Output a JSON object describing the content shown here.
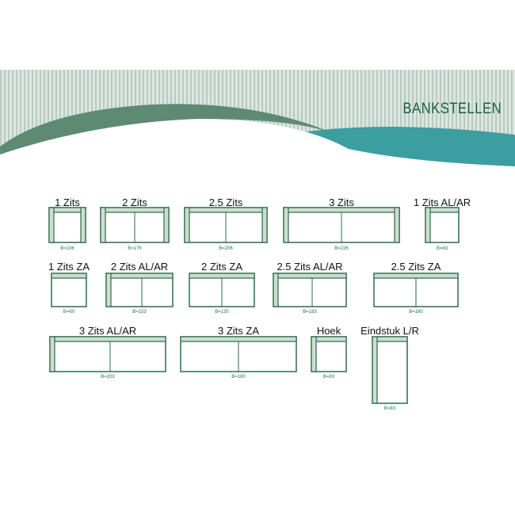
{
  "header": {
    "title": "BANKSTELLEN",
    "colors": {
      "stripes": "#c7d6cd",
      "wave_dark": "#5e8a74",
      "wave_teal": "#3c9ea1",
      "accent": "#1d5e48"
    }
  },
  "sofas": [
    {
      "name": "1 Zits",
      "width": "B=106"
    },
    {
      "name": "2 Zits",
      "width": "B=176"
    },
    {
      "name": "2.5 Zits",
      "width": "B=206"
    },
    {
      "name": "3 Zits",
      "width": "B=226"
    },
    {
      "name": "1 Zits AL/AR",
      "width": "B=83"
    },
    {
      "name": "1 Zits ZA",
      "width": "B=60"
    },
    {
      "name": "2 Zits AL/AR",
      "width": "B=153"
    },
    {
      "name": "2 Zits ZA",
      "width": "B=130"
    },
    {
      "name": "2.5 Zits AL/AR",
      "width": "B=183"
    },
    {
      "name": "2.5 Zits ZA",
      "width": "B=160"
    },
    {
      "name": "3 Zits AL/AR",
      "width": "B=203"
    },
    {
      "name": "3 Zits ZA",
      "width": "B=180"
    },
    {
      "name": "Hoek",
      "width": "B=83"
    },
    {
      "name": "Eindstuk L/R",
      "width": "B=83"
    }
  ]
}
